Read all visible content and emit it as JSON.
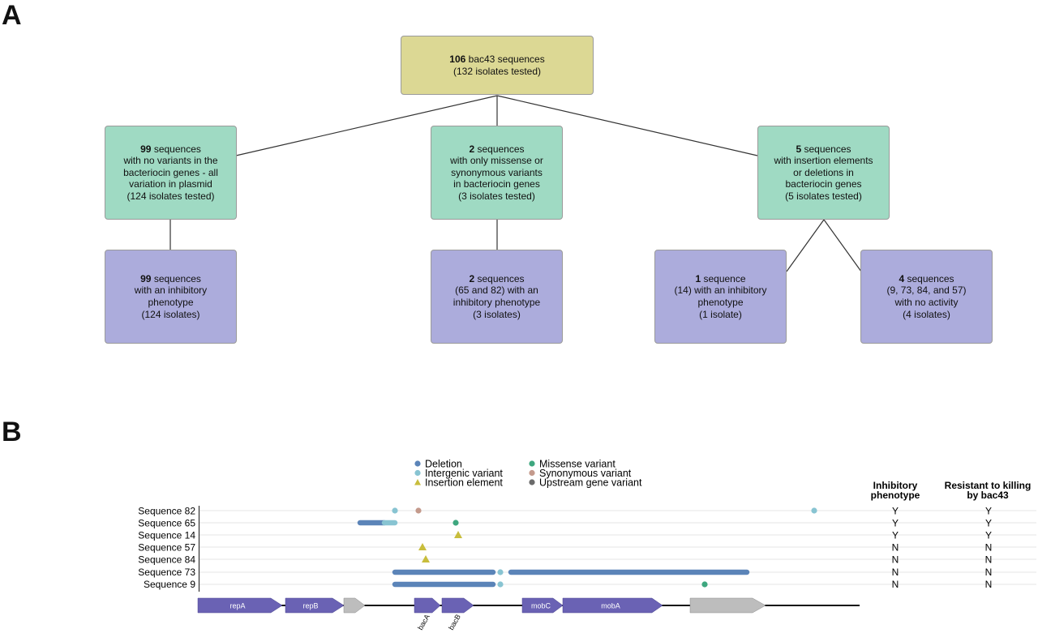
{
  "panel_a": {
    "letter": "A",
    "root": {
      "count": "106",
      "lines": [
        "bac43 sequences",
        "(132 isolates tested)"
      ]
    },
    "middle": [
      {
        "count": "99",
        "lines": [
          "sequences",
          "with no variants in the",
          "bacteriocin genes - all",
          "variation in plasmid",
          "(124 isolates tested)"
        ]
      },
      {
        "count": "2",
        "lines": [
          "sequences",
          "with only missense or",
          "synonymous variants",
          "in bacteriocin genes",
          "(3 isolates tested)"
        ]
      },
      {
        "count": "5",
        "lines": [
          "sequences",
          "with insertion elements",
          "or deletions in",
          "bacteriocin genes",
          "(5 isolates tested)"
        ]
      }
    ],
    "bottom": [
      {
        "count": "99",
        "lines": [
          "sequences",
          "with an inhibitory",
          "phenotype",
          "(124 isolates)"
        ]
      },
      {
        "count": "2",
        "lines": [
          "sequences",
          "(65 and 82) with an",
          "inhibitory phenotype",
          "(3 isolates)"
        ]
      },
      {
        "count": "1",
        "lines": [
          "sequence",
          "(14) with an inhibitory",
          "phenotype",
          "(1 isolate)"
        ]
      },
      {
        "count": "4",
        "lines": [
          "sequences",
          "(9, 73, 84, and 57)",
          "with no activity",
          "(4 isolates)"
        ]
      }
    ]
  },
  "panel_b": {
    "letter": "B",
    "legend": [
      {
        "label": "Deletion",
        "shape": "circle",
        "color": "#5b84b8"
      },
      {
        "label": "Intergenic variant",
        "shape": "circle",
        "color": "#88c4d2"
      },
      {
        "label": "Insertion element",
        "shape": "triangle",
        "color": "#c8bd3c"
      },
      {
        "label": "Missense variant",
        "shape": "circle",
        "color": "#3ea77f"
      },
      {
        "label": "Synonymous variant",
        "shape": "circle",
        "color": "#c49a8c"
      },
      {
        "label": "Upstream gene variant",
        "shape": "circle",
        "color": "#6b6b6b"
      }
    ],
    "columns": {
      "inhibitory": [
        "Inhibitory",
        "phenotype"
      ],
      "resistant": [
        "Resistant to killing",
        "by bac43"
      ]
    },
    "sequences": [
      {
        "label": "Sequence 82",
        "inhibitory": "Y",
        "resistant": "Y"
      },
      {
        "label": "Sequence 65",
        "inhibitory": "Y",
        "resistant": "Y"
      },
      {
        "label": "Sequence 14",
        "inhibitory": "Y",
        "resistant": "Y"
      },
      {
        "label": "Sequence 57",
        "inhibitory": "N",
        "resistant": "N"
      },
      {
        "label": "Sequence 84",
        "inhibitory": "N",
        "resistant": "N"
      },
      {
        "label": "Sequence 73",
        "inhibitory": "N",
        "resistant": "N"
      },
      {
        "label": "Sequence 9",
        "inhibitory": "N",
        "resistant": "N"
      }
    ],
    "genes": [
      {
        "name": "repA",
        "color": "#6a62b4"
      },
      {
        "name": "repB",
        "color": "#6a62b4"
      },
      {
        "name": "",
        "color": "#bdbdbd"
      },
      {
        "name": "bacA",
        "color": "#6a62b4"
      },
      {
        "name": "bacB",
        "color": "#6a62b4"
      },
      {
        "name": "mobC",
        "color": "#6a62b4"
      },
      {
        "name": "mobA",
        "color": "#6a62b4"
      },
      {
        "name": "",
        "color": "#bdbdbd"
      }
    ]
  }
}
